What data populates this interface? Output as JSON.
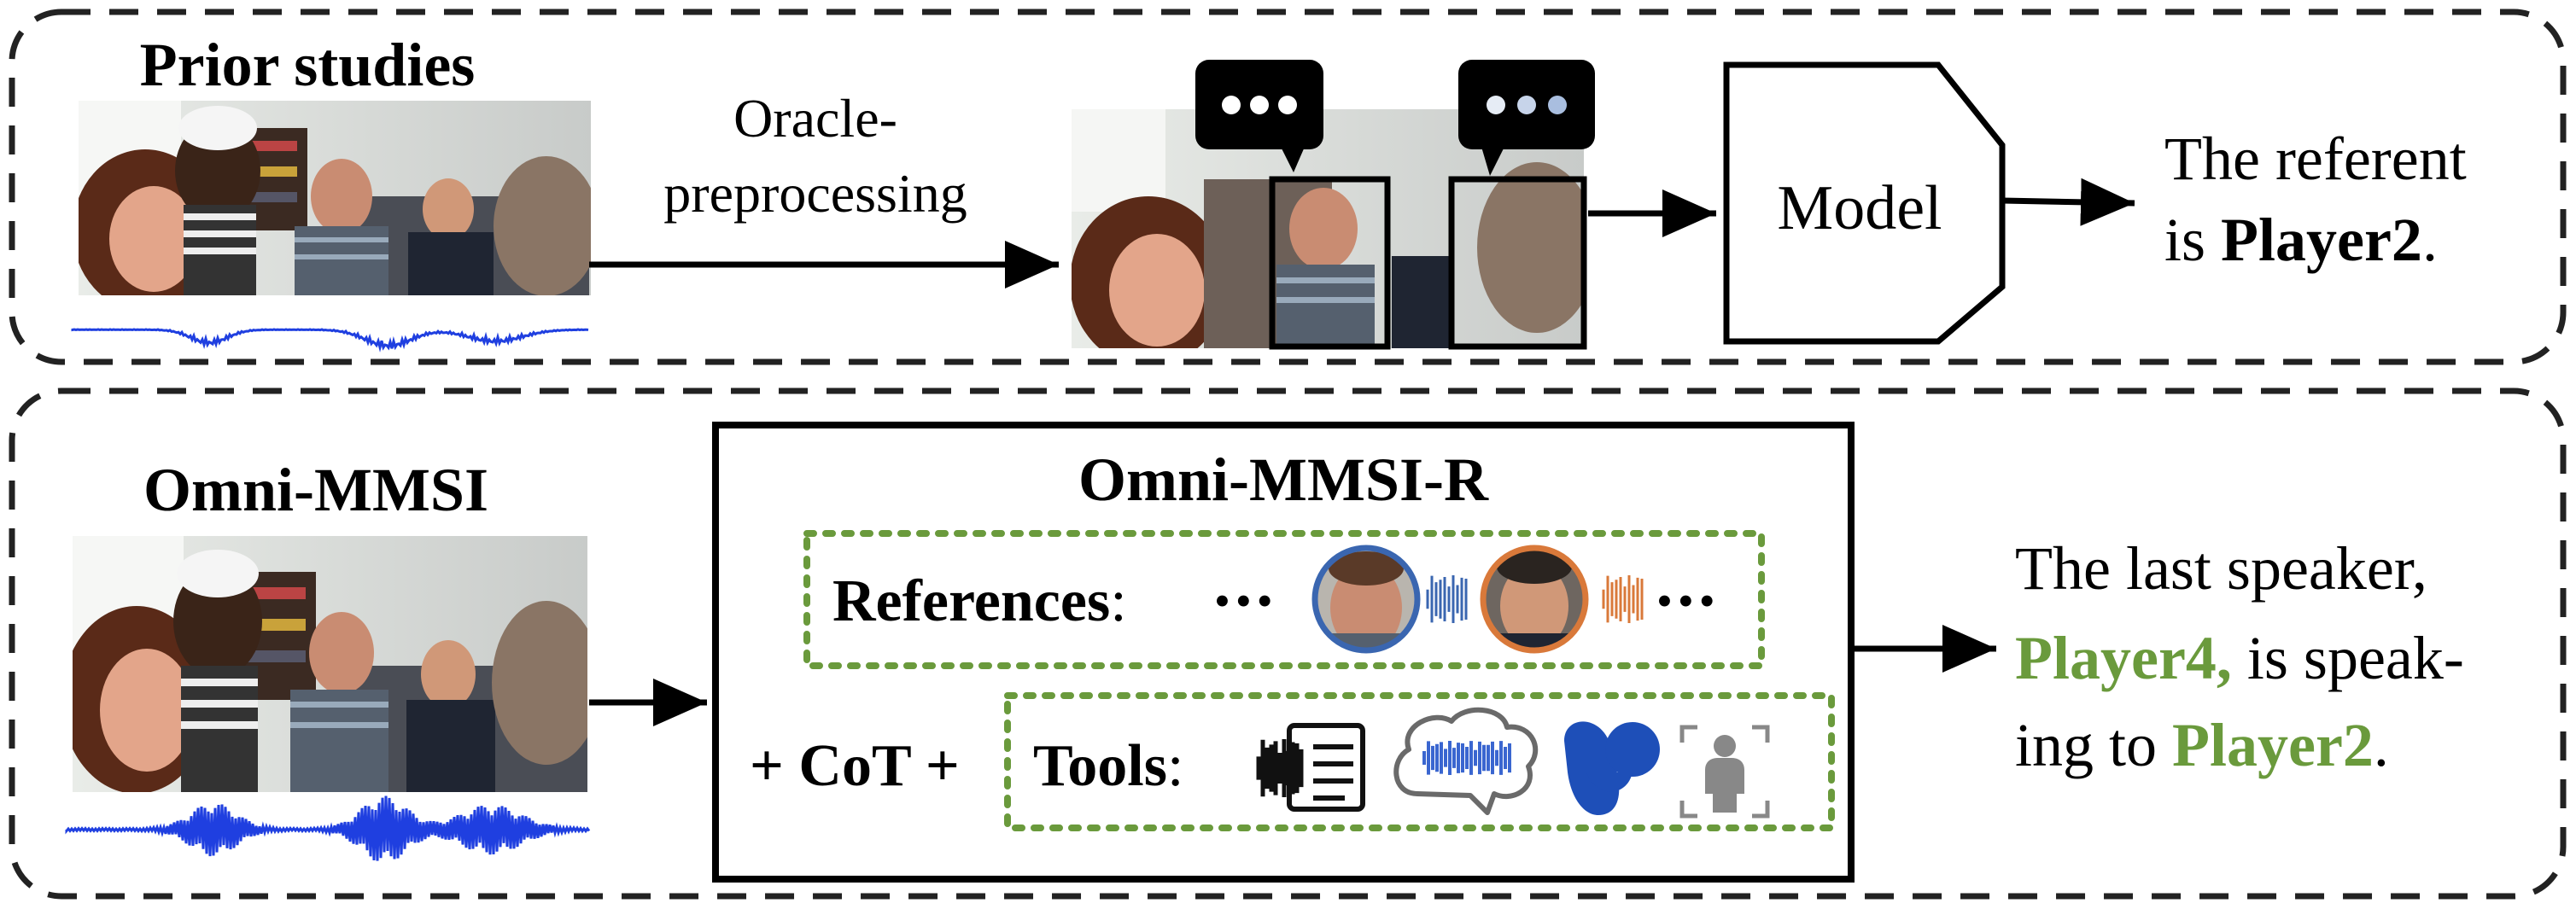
{
  "top": {
    "title": "Prior studies",
    "step_label_line1": "Oracle-",
    "step_label_line2": "preprocessing",
    "speech_bubble": "•••",
    "model_label": "Model",
    "output_line1": "The referent",
    "output_line2_prefix": "is ",
    "output_line2_bold": "Player2",
    "output_line2_suffix": "."
  },
  "bottom": {
    "title": "Omni-MMSI",
    "method_title": "Omni-MMSI-R",
    "references_label": "References",
    "references_colon": ":",
    "ellipsis": "•••",
    "plus_cot": "+ CoT +",
    "tools_label": "Tools",
    "tools_colon": ":",
    "output_line1": "The last speaker,",
    "output_line2_green": "Player4,",
    "output_line2_rest": " is speak-",
    "output_line3_prefix": "ing to ",
    "output_line3_green": "Player2",
    "output_line3_suffix": "."
  },
  "colors": {
    "accent_green": "#6a9a3c",
    "waveform_blue": "#1f3fe0",
    "reference_blue": "#3a66b0",
    "reference_orange": "#d9793a",
    "tool_blue": "#1e4fb8",
    "dashed_border": "#222222"
  },
  "icons": [
    "ellipsis-speech-bubble-icon",
    "audio-transcript-icon",
    "brain-audio-icon",
    "blue-logo-icon",
    "person-detect-icon"
  ]
}
